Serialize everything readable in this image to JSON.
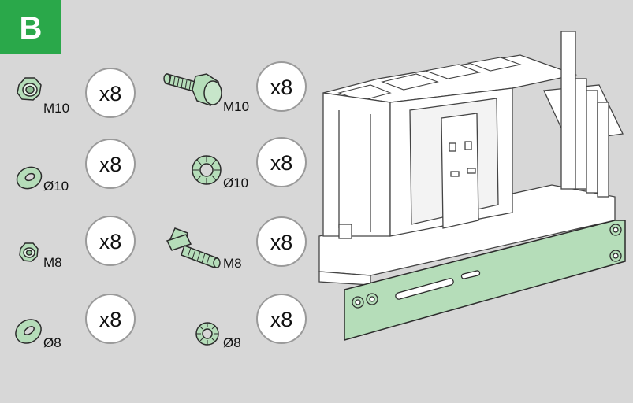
{
  "step_badge": {
    "letter": "B",
    "color": "#2aa84a"
  },
  "colors": {
    "background": "#d7d7d7",
    "part_fill": "#b5ddb9",
    "outline": "#2c2c2c"
  },
  "parts": [
    {
      "icon": "hex-nut-icon",
      "label": "M10",
      "quantity": "x8"
    },
    {
      "icon": "hex-bolt-icon",
      "label": "M10",
      "quantity": "x8"
    },
    {
      "icon": "flat-washer-icon",
      "label": "Ø10",
      "quantity": "x8"
    },
    {
      "icon": "lock-washer-icon",
      "label": "Ø10",
      "quantity": "x8"
    },
    {
      "icon": "hex-nut-icon",
      "label": "M8",
      "quantity": "x8"
    },
    {
      "icon": "t-bolt-icon",
      "label": "M8",
      "quantity": "x8"
    },
    {
      "icon": "flat-washer-icon",
      "label": "Ø8",
      "quantity": "x8"
    },
    {
      "icon": "lock-washer-icon",
      "label": "Ø8",
      "quantity": "x8"
    }
  ]
}
